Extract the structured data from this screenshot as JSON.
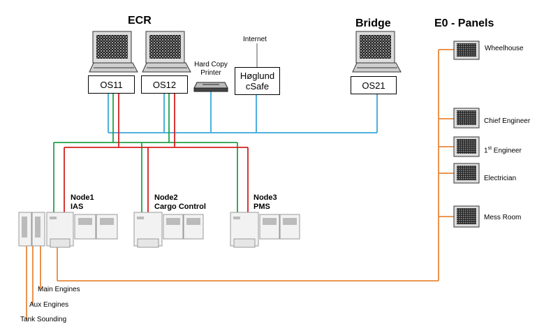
{
  "headings": {
    "ecr": "ECR",
    "bridge": "Bridge",
    "panels": "E0 - Panels"
  },
  "stations": {
    "os11": "OS11",
    "os12": "OS12",
    "os21": "OS21",
    "hard_copy_printer_line1": "Hard Copy",
    "hard_copy_printer_line2": "Printer",
    "internet": "Internet",
    "hoglund_line1": "Høglund",
    "hoglund_line2": "cSafe"
  },
  "nodes": [
    {
      "line1": "Node1",
      "line2": "IAS"
    },
    {
      "line1": "Node2",
      "line2": "Cargo Control"
    },
    {
      "line1": "Node3",
      "line2": "PMS"
    }
  ],
  "panels": [
    {
      "label": "Wheelhouse"
    },
    {
      "label": "Chief Engineer"
    },
    {
      "label_prefix": "1",
      "label_sup": "st",
      "label_suffix": " Engineer"
    },
    {
      "label": "Electrician"
    },
    {
      "label": "Mess Room"
    }
  ],
  "io_links": [
    {
      "label": "Main Engines"
    },
    {
      "label": "Aux Engines"
    },
    {
      "label": "Tank Sounding"
    }
  ],
  "colors": {
    "network_blue": "#3aa6d8",
    "network_red": "#d42020",
    "network_green": "#22a04a",
    "panel_bus_orange": "#e8873a",
    "screen_dark": "#1f1f1f",
    "screen_pattern": "#9a9a9a",
    "monitor_frame": "#dcdcdc"
  }
}
